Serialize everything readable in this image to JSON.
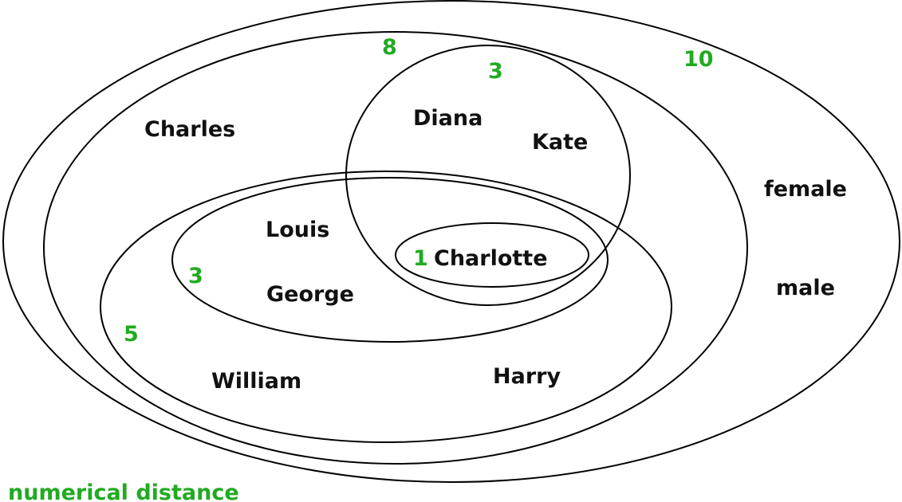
{
  "colors": {
    "outline": "#000000",
    "name_text": "#111111",
    "distance_text": "#22aa22"
  },
  "people": {
    "charles": "Charles",
    "diana": "Diana",
    "kate": "Kate",
    "louis": "Louis",
    "charlotte": "Charlotte",
    "george": "George",
    "william": "William",
    "harry": "Harry"
  },
  "categories": {
    "female": "female",
    "male": "male"
  },
  "distances": {
    "outer": "10",
    "family": "8",
    "women": "3",
    "grandchildren": "5",
    "children": "3",
    "charlotte": "1"
  },
  "caption": "numerical distance"
}
